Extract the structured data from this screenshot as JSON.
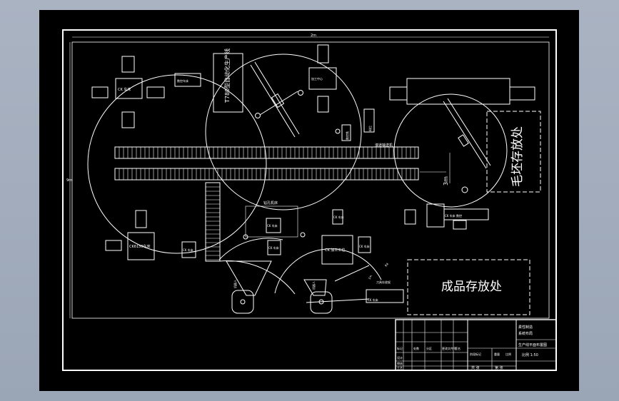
{
  "colors": {
    "background": "#9aa5b6",
    "sheet": "#000000",
    "lines": "#ffffff"
  },
  "labels": {
    "overall_dim": "2m",
    "side_dim": "9m",
    "t780": "T780型自动化生产线",
    "lathe1": "CK 车床",
    "machine_tl": "数控车床",
    "machine_tr": "加工中心",
    "conveyor": "滚道输送机",
    "upright1": "数控铣",
    "upright2": "料位",
    "dist_3m": "3m",
    "blank_area": "毛坯存放处",
    "product_area": "成品存放处",
    "left_machine": "CK6150车床",
    "small_box_a": "CK 车床",
    "machine_bottom": "钻孔机床",
    "station_e": "CK 车床",
    "station_f": "CK 车床",
    "center_box": "CK 加工工位",
    "bottom_right_box": "CK 车床",
    "box_right_mid": "CK 车床",
    "box_right_upper": "CK 车床",
    "right_machine_lower": "CK 车床 数控",
    "mid_dim": "1m",
    "radius_label": "R4",
    "right_slot_label": "刀具存放架",
    "robot_left": "机器人",
    "robot_right": "机器人"
  },
  "title_block": {
    "title_line1": "柔性制造",
    "title_line2": "系统布局",
    "drawing_name": "生产线平面布置图",
    "scale_text": "比例 1:50",
    "sheet_count": "共 张",
    "sheet_no": "第 张",
    "row_labels": [
      "标记",
      "设计",
      "审核",
      "工艺"
    ],
    "mid_labels": [
      "处数",
      "分区",
      "更改文件号",
      "签名"
    ],
    "stage_label": "阶段标记",
    "weight_label": "重量",
    "ratio_label": "比例"
  }
}
